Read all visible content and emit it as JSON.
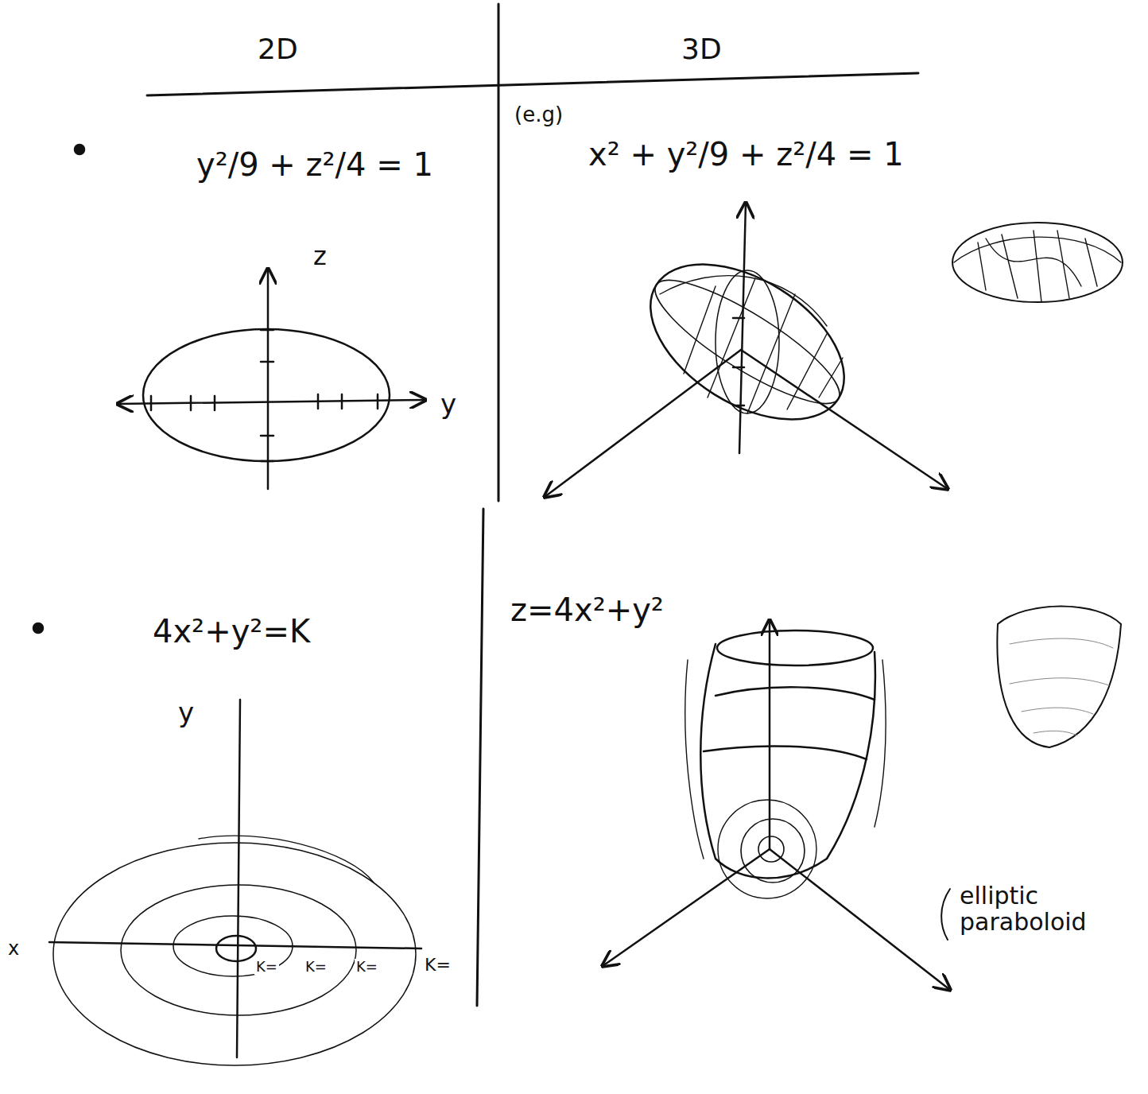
{
  "diagram": {
    "labels": [
      "2D",
      "3D",
      "(e.g)",
      "y²/9 + z²/4 = 1",
      "x² + y²/9 + z²/4 = 1",
      "z",
      "y",
      "4x²+y²=K",
      "z=4x²+y²",
      "y",
      "x",
      "K=",
      "K=",
      "K=",
      "K=",
      "elliptic paraboloid"
    ]
  }
}
